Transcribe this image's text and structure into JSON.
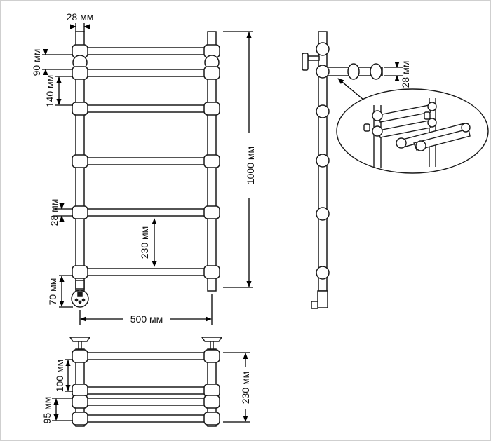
{
  "drawing": {
    "front_view": {
      "pipe_diameter": "28 мм",
      "top_gap": "90 мм",
      "rung_spacing_top": "140 мм",
      "rung_diameter": "28 мм",
      "rung_spacing_lower": "230 мм",
      "connector_height": "70 мм",
      "width": "500 мм",
      "height": "1000 мм"
    },
    "side_view": {
      "rail_diameter": "28 мм"
    },
    "top_view": {
      "spacing_a": "100 мм",
      "spacing_b": "95 мм",
      "depth": "230 мм"
    }
  },
  "colors": {
    "line": "#1a1a1a",
    "fill": "#ffffff",
    "dim": "#000000"
  }
}
